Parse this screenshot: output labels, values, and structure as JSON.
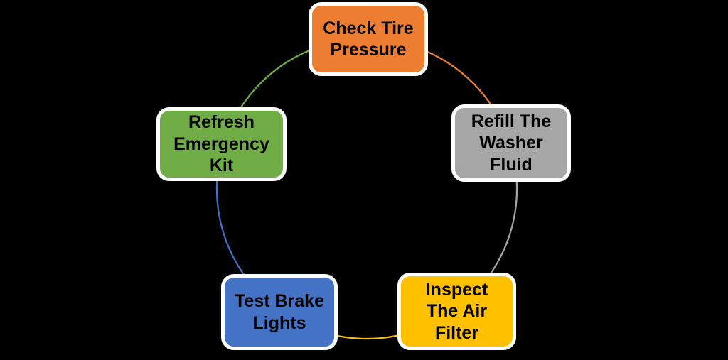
{
  "diagram": {
    "type": "cycle",
    "background_color": "#000000",
    "node_border_color": "#FFFFFF",
    "text_color": "#000000",
    "nodes": [
      {
        "id": "check-tire-pressure",
        "label": "Check Tire\nPressure",
        "fill": "#ED7D31"
      },
      {
        "id": "refill-the-washer-fluid",
        "label": "Refill The\nWasher\nFluid",
        "fill": "#A6A6A6"
      },
      {
        "id": "inspect-the-air-filter",
        "label": "Inspect\nThe Air\nFilter",
        "fill": "#FFC000"
      },
      {
        "id": "test-brake-lights",
        "label": "Test Brake\nLights",
        "fill": "#4472C4"
      },
      {
        "id": "refresh-emergency-kit",
        "label": "Refresh\nEmergency\nKit",
        "fill": "#70AD47"
      }
    ],
    "connectors": [
      {
        "from": "check-tire-pressure",
        "to": "refill-the-washer-fluid",
        "color": "#ED7D31"
      },
      {
        "from": "refill-the-washer-fluid",
        "to": "inspect-the-air-filter",
        "color": "#A6A6A6"
      },
      {
        "from": "inspect-the-air-filter",
        "to": "test-brake-lights",
        "color": "#FFC000"
      },
      {
        "from": "test-brake-lights",
        "to": "refresh-emergency-kit",
        "color": "#4472C4"
      },
      {
        "from": "refresh-emergency-kit",
        "to": "check-tire-pressure",
        "color": "#70AD47"
      }
    ]
  }
}
